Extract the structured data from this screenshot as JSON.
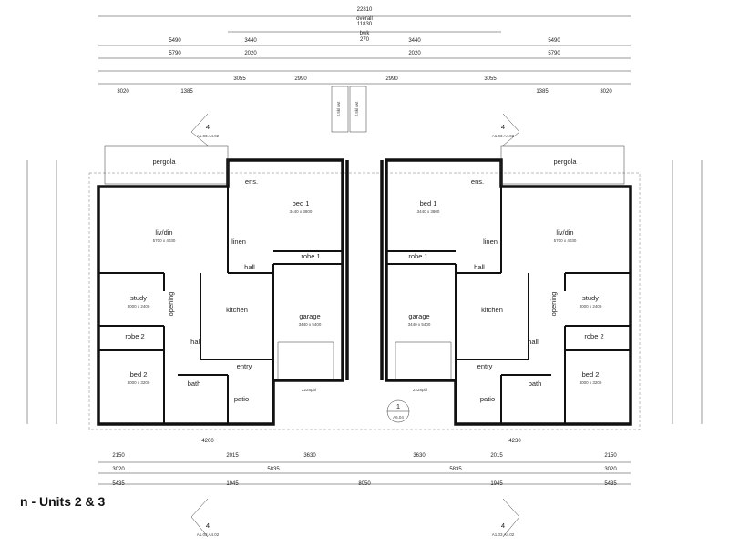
{
  "caption": "n - Units 2 & 3",
  "section_marks": [
    "4",
    "4",
    "4",
    "4"
  ],
  "section_refs": [
    "A1.03 A4.02",
    "A1.03 A4.02",
    "A1.03 A4.02",
    "A1.03 A4.02"
  ],
  "callout": {
    "number": "1",
    "ref": "A6.04"
  },
  "tank_label": "2.5kl rwt",
  "top_dims": [
    "22810",
    "overall",
    "11830",
    "bwk",
    "270",
    "5490",
    "3440",
    "3440",
    "5490",
    "2020",
    "2020",
    "5790",
    "5790",
    "3055",
    "2990",
    "2990",
    "3055",
    "3020",
    "1385",
    "1385",
    "3020"
  ],
  "bottom_dims": [
    "4200",
    "4230",
    "2150",
    "2015",
    "3630",
    "3630",
    "2015",
    "2150",
    "3020",
    "5835",
    "5835",
    "3020",
    "5435",
    "1945",
    "8050",
    "1945",
    "5435"
  ],
  "rooms_left": {
    "pergola": "pergola",
    "livdin": "liv/din",
    "livdin_size": "5700 x 4030",
    "bed1": "bed 1",
    "bed1_size": "3440 x 3800",
    "ens": "ens.",
    "linen": "linen",
    "robe1": "robe 1",
    "hall": "hall",
    "study": "study",
    "study_size": "3000 x 2400",
    "opening": "opening",
    "kitchen": "kitchen",
    "garage": "garage",
    "garage_size": "3440 x 5400",
    "robe2": "robe 2",
    "hall2": "hall",
    "entry": "entry",
    "bed2": "bed 2",
    "bed2_size": "3000 x 3200",
    "bath": "bath",
    "patio": "patio",
    "pb": "2228pbl"
  },
  "rooms_right": {
    "pergola": "pergola",
    "livdin": "liv/din",
    "livdin_size": "5700 x 4030",
    "bed1": "bed 1",
    "bed1_size": "3440 x 3800",
    "ens": "ens.",
    "linen": "linen",
    "robe1": "robe 1",
    "hall": "hall",
    "study": "study",
    "study_size": "3000 x 2400",
    "opening": "opening",
    "kitchen": "kitchen",
    "garage": "garage",
    "garage_size": "3440 x 5400",
    "robe2": "robe 2",
    "hall2": "hall",
    "entry": "entry",
    "bed2": "bed 2",
    "bed2_size": "3000 x 3200",
    "bath": "bath",
    "patio": "patio",
    "pb": "2228pbl"
  }
}
